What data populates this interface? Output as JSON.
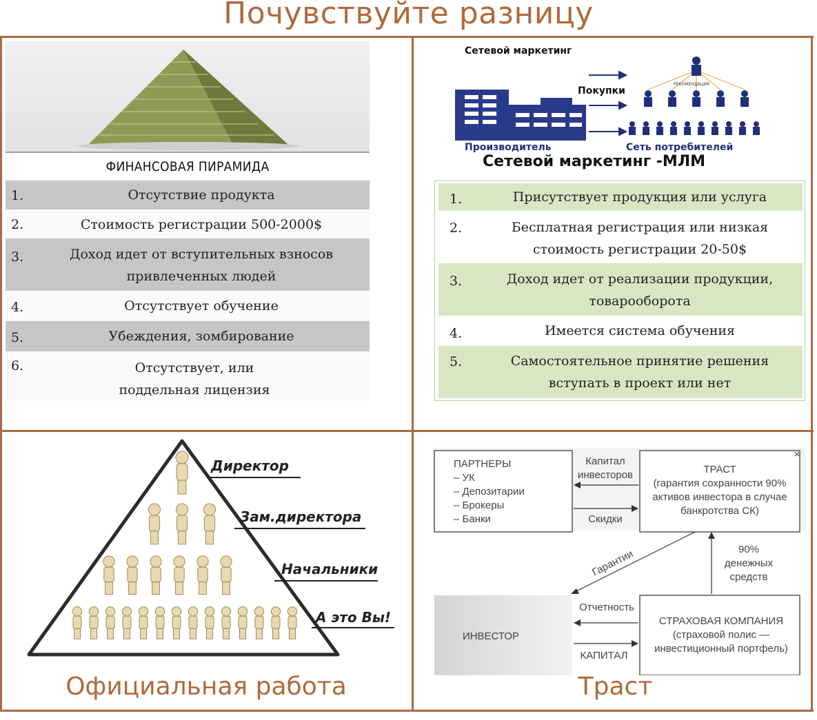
{
  "page_title": "Почувствуйте разницу",
  "q1": {
    "header": "ФИНАНСОВАЯ ПИРАМИДА",
    "rows": [
      {
        "num": "1.",
        "text": "Отсутствие продукта"
      },
      {
        "num": "2.",
        "text": "Стоимость регистрации 500-2000$"
      },
      {
        "num": "3.",
        "text": "Доход идет от вступительных взносов привлеченных людей"
      },
      {
        "num": "4.",
        "text": "Отсутствует обучение"
      },
      {
        "num": "5.",
        "text": "Убеждения, зомбирование"
      },
      {
        "num": "6.",
        "text": "Отсутствует, или поддельная лицензия"
      }
    ]
  },
  "q2": {
    "label_top": "Сетевой маркетинг",
    "buy": "Покупки",
    "recommendation": "РЕКОМЕНДАЦИЯ",
    "producer": "Производитель",
    "consumers": "Сеть потребителей",
    "caption": "Сетевой маркетинг -МЛМ",
    "rows": [
      {
        "num": "1.",
        "text": "Присутствует продукция или услуга"
      },
      {
        "num": "2.",
        "text": "Бесплатная регистрация или низкая стоимость регистрации 20-50$"
      },
      {
        "num": "3.",
        "text": "Доход идет от реализации продукции, товарооборота"
      },
      {
        "num": "4.",
        "text": "Имеется система обучения"
      },
      {
        "num": "5.",
        "text": "Самостоятельное принятие решения вступать в проект или нет"
      }
    ]
  },
  "q3": {
    "levels": [
      "Директор",
      "Зам.директора",
      "Начальники",
      "А это Вы!"
    ],
    "caption": "Официальная работа"
  },
  "q4": {
    "partners_title": "ПАРТНЕРЫ",
    "partners": [
      "– УК",
      "– Депозитарии",
      "– Брокеры",
      "– Банки"
    ],
    "capital_investors_1": "Капитал",
    "capital_investors_2": "инвесторов",
    "discounts": "Скидки",
    "trust_1": "ТРАСТ",
    "trust_2": "(гарантия сохранности 90%",
    "trust_3": "активов инвестора в случае",
    "trust_4": "банкротства СК)",
    "guarantees": "Гарантии",
    "funds_1": "90%",
    "funds_2": "денежных",
    "funds_3": "средств",
    "reporting": "Отчетность",
    "capital": "КАПИТАЛ",
    "investor": "ИНВЕСТОР",
    "insurance_1": "СТРАХОВАЯ КОМПАНИЯ",
    "insurance_2": "(страховой полис —",
    "insurance_3": "инвестиционный портфель)",
    "close": "×",
    "caption": "Траст"
  }
}
